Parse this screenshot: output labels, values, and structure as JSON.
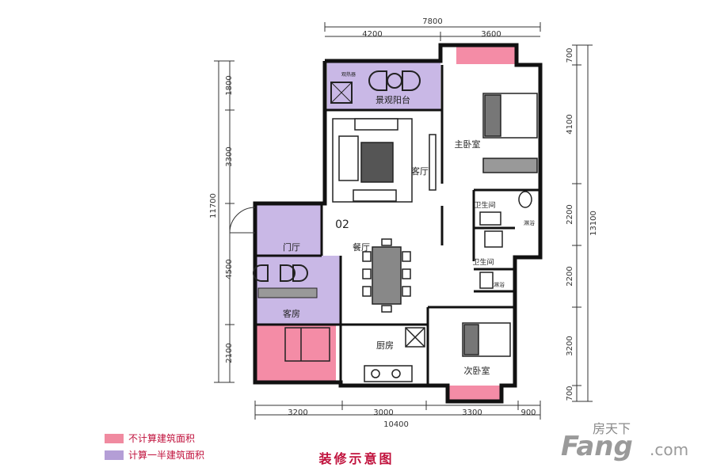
{
  "dims": {
    "top_total": "7800",
    "top_left": "4200",
    "top_right": "3600",
    "bottom_total": "10400",
    "bottom_segments": [
      "3200",
      "3000",
      "3300",
      "900"
    ],
    "left_total": "11700",
    "left_segments": [
      "1800",
      "3300",
      "4500",
      "2100"
    ],
    "right_total": "13100",
    "right_segments": [
      "700",
      "4100",
      "2200",
      "2200",
      "3200",
      "700"
    ]
  },
  "rooms": {
    "balcony": "景观阳台",
    "balcony_small": "观热器",
    "living": "客厅",
    "unit": "02",
    "foyer": "门厅",
    "dining": "餐厅",
    "guest": "客房",
    "kitchen": "厨房",
    "master": "主卧室",
    "bath1": "卫生间",
    "bath2": "卫生间",
    "shower1": "淋浴",
    "shower2": "淋浴",
    "second": "次卧室"
  },
  "legend": {
    "pink": {
      "label": "不计算建筑面积",
      "color": "#f08aa0"
    },
    "purple": {
      "label": "计算一半建筑面积",
      "color": "#b49ed6"
    }
  },
  "caption": "装修示意图",
  "watermark": {
    "top": "房天下",
    "main": "Fang",
    "suffix": ".com"
  },
  "colors": {
    "pink_fill": "#f48ca6",
    "purple_fill": "#c9b8e6",
    "wall": "#111111"
  }
}
